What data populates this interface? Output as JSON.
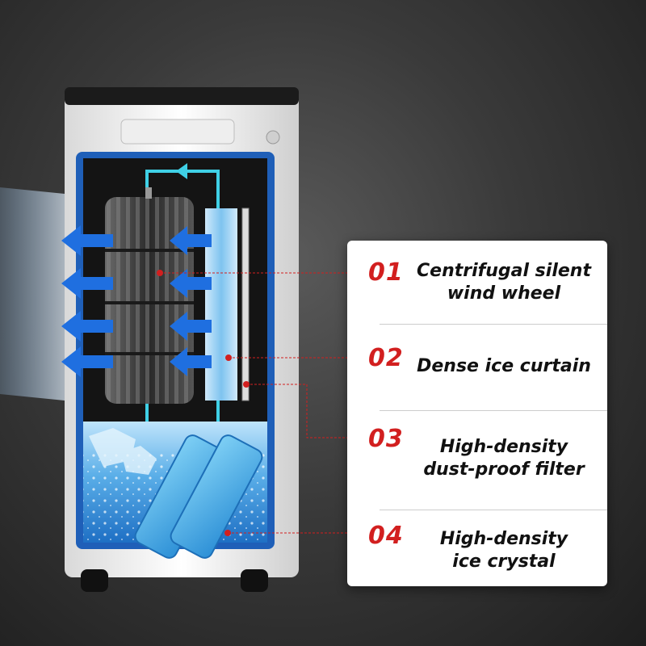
{
  "colors": {
    "accent_red": "#d21f1f",
    "airflow_blue": "#1f6fe0",
    "water_blue": "#5aaee8",
    "background": "#333333"
  },
  "features": [
    {
      "number": "01",
      "lines": [
        "Centrifugal silent",
        "wind wheel"
      ]
    },
    {
      "number": "02",
      "lines": [
        "Dense ice curtain"
      ]
    },
    {
      "number": "03",
      "lines": [
        "High-density",
        "dust-proof filter"
      ]
    },
    {
      "number": "04",
      "lines": [
        "High-density",
        "ice crystal"
      ]
    }
  ]
}
